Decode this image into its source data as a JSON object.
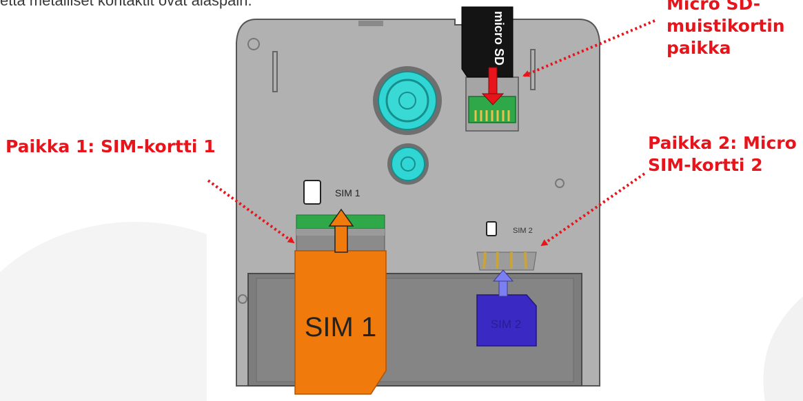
{
  "intro_text": "että metalliset kontaktit ovat alaspäin.",
  "callouts": {
    "micro_sd": [
      "Micro SD-",
      "muistikortin",
      "paikka"
    ],
    "slot1": [
      "Paikka 1: SIM-kortti 1"
    ],
    "slot2": [
      "Paikka 2: Micro",
      "SIM-kortti 2"
    ]
  },
  "device_labels": {
    "sim1_slot_label": "SIM 1",
    "sim2_slot_label": "SIM 2",
    "sim1_card_label": "SIM 1",
    "sim2_card_label": "SIM 2",
    "microsd_card_text": "micro SD"
  },
  "colors": {
    "callout_red": "#e8141b",
    "phone_body": "#b1b1b1",
    "battery_area": "#7d7d7d",
    "sim1_card": "#f07a0c",
    "sim2_card": "#3b29c4",
    "camera_ring": "#2fd6d3",
    "connector_green": "#2fa84a"
  }
}
